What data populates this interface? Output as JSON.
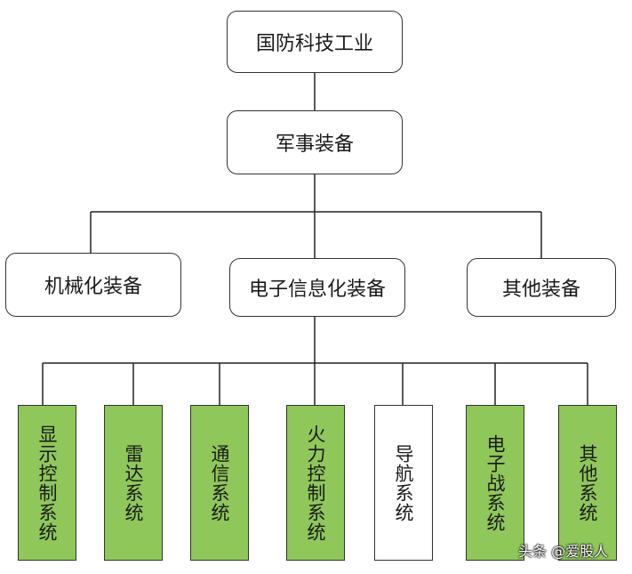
{
  "diagram": {
    "root": "国防科技工业",
    "level2": "军事装备",
    "level3": [
      "机械化装备",
      "电子信息化装备",
      "其他装备"
    ],
    "systems": [
      "显示控制系统",
      "雷达系统",
      "通信系统",
      "火力控制系统",
      "导航系统",
      "电子战系统",
      "其他系统"
    ]
  },
  "colors": {
    "leaf_green": "#8fc75a",
    "line": "#222222",
    "border": "#333333"
  },
  "watermark": "头条 @爱股人"
}
